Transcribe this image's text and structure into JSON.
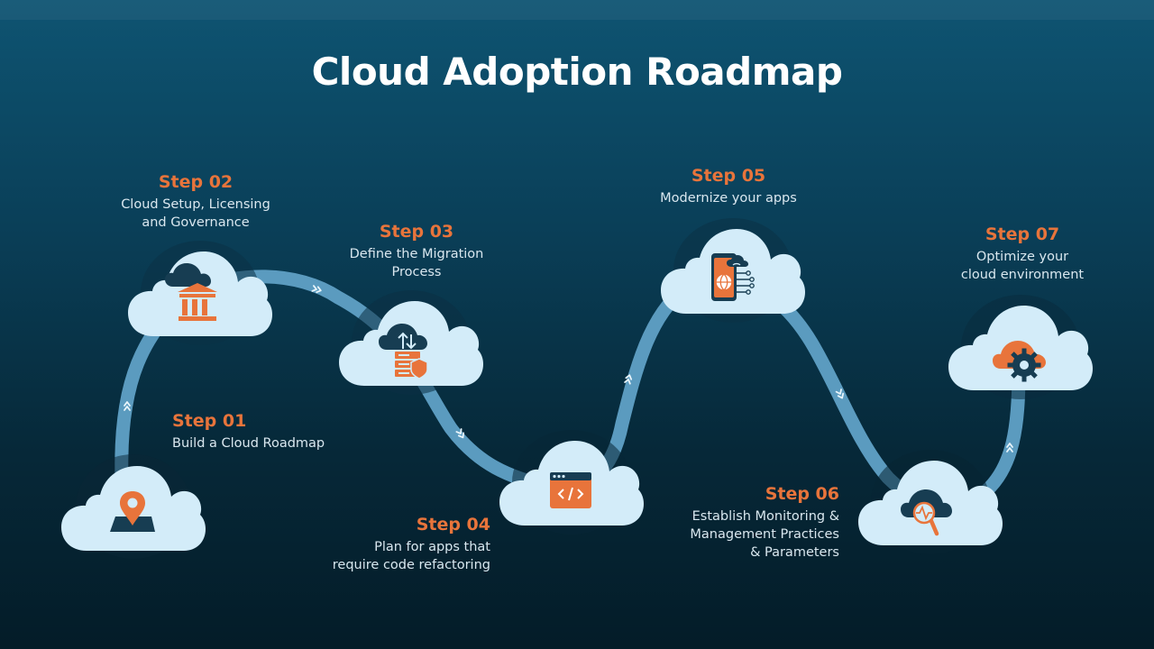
{
  "title": "Cloud Adoption Roadmap",
  "colors": {
    "accent": "#e8743b",
    "path": "#5b9bbf",
    "cloud": "#d3ecf9",
    "icon_dark": "#173d52"
  },
  "steps": [
    {
      "label": "Step 01",
      "desc": [
        "Build a Cloud Roadmap"
      ],
      "icon": "map-pin-icon"
    },
    {
      "label": "Step 02",
      "desc": [
        "Cloud Setup, Licensing",
        "and Governance"
      ],
      "icon": "bank-cloud-icon"
    },
    {
      "label": "Step 03",
      "desc": [
        "Define the Migration",
        "Process"
      ],
      "icon": "migration-cloud-icon"
    },
    {
      "label": "Step 04",
      "desc": [
        "Plan for apps that",
        "require code refactoring"
      ],
      "icon": "code-window-icon"
    },
    {
      "label": "Step 05",
      "desc": [
        "Modernize your apps"
      ],
      "icon": "mobile-app-icon"
    },
    {
      "label": "Step 06",
      "desc": [
        "Establish Monitoring &",
        "Management Practices",
        "& Parameters"
      ],
      "icon": "monitoring-cloud-icon"
    },
    {
      "label": "Step 07",
      "desc": [
        "Optimize your",
        "cloud environment"
      ],
      "icon": "cloud-gear-icon"
    }
  ]
}
